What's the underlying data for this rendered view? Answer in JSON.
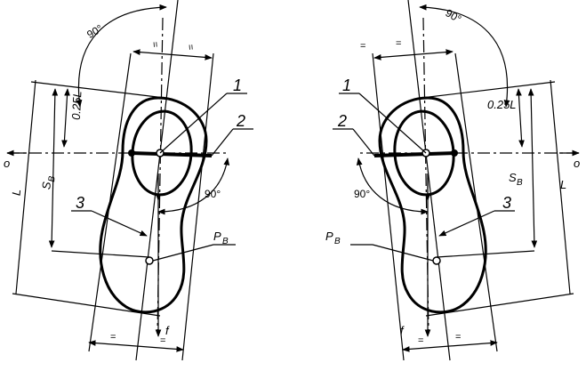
{
  "labels": {
    "left": {
      "callout_1": "1",
      "callout_2": "2",
      "callout_3": "3",
      "angle_top": "90°",
      "angle_mid": "90°",
      "dim_025L": "0.25L",
      "dim_SB_main": "S",
      "dim_SB_sub": "B",
      "dim_L": "L",
      "pb_main": "P",
      "pb_sub": "B",
      "axis_o": "o",
      "axis_f": "f",
      "eq_top_a": "=",
      "eq_top_b": "=",
      "eq_bot_a": "=",
      "eq_bot_b": "="
    },
    "right": {
      "callout_1": "1",
      "callout_2": "2",
      "callout_3": "3",
      "angle_top": "90°",
      "angle_mid": "90°",
      "dim_025L": "0.25L",
      "dim_SB_main": "S",
      "dim_SB_sub": "B",
      "dim_L": "L",
      "pb_main": "P",
      "pb_sub": "B",
      "axis_o": "o",
      "axis_f": "f",
      "eq_top_a": "=",
      "eq_top_b": "=",
      "eq_bot_a": "=",
      "eq_bot_b": "="
    }
  }
}
